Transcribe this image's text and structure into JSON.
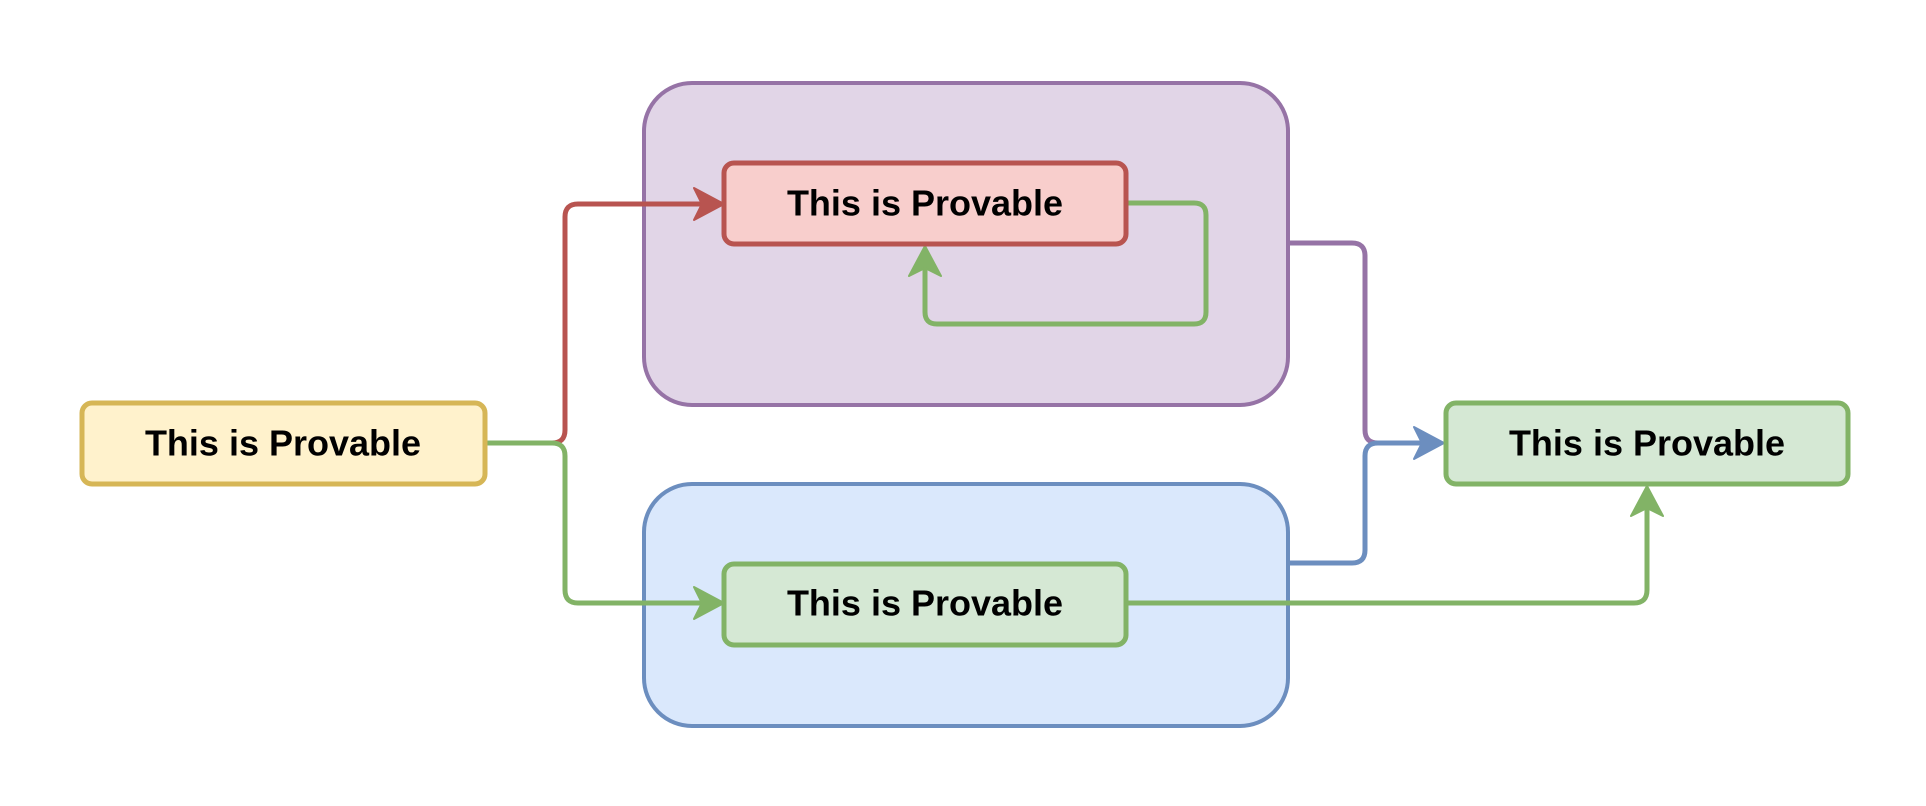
{
  "diagram": {
    "nodes": {
      "source": {
        "label": "This is Provable",
        "fill": "#fff2cc",
        "stroke": "#d6b656"
      },
      "upper_inner": {
        "label": "This is Provable",
        "fill": "#f8cecc",
        "stroke": "#b85450"
      },
      "lower_inner": {
        "label": "This is Provable",
        "fill": "#d5e8d4",
        "stroke": "#82b366"
      },
      "target": {
        "label": "This is Provable",
        "fill": "#d5e8d4",
        "stroke": "#82b366"
      }
    },
    "containers": {
      "upper": {
        "fill": "#e1d5e7",
        "stroke": "#9673a6"
      },
      "lower": {
        "fill": "#dae8fc",
        "stroke": "#6c8ebf"
      }
    },
    "edges": [
      {
        "from": "source",
        "to": "upper_inner",
        "color": "#b85450"
      },
      {
        "from": "source",
        "to": "lower_inner",
        "color": "#82b366"
      },
      {
        "from": "upper_inner",
        "to": "upper_inner",
        "color": "#82b366"
      },
      {
        "from": "upper_container",
        "to": "target",
        "color": "#9673a6"
      },
      {
        "from": "lower_container",
        "to": "target",
        "color": "#6c8ebf"
      },
      {
        "from": "lower_inner",
        "to": "target",
        "color": "#82b366"
      }
    ]
  }
}
